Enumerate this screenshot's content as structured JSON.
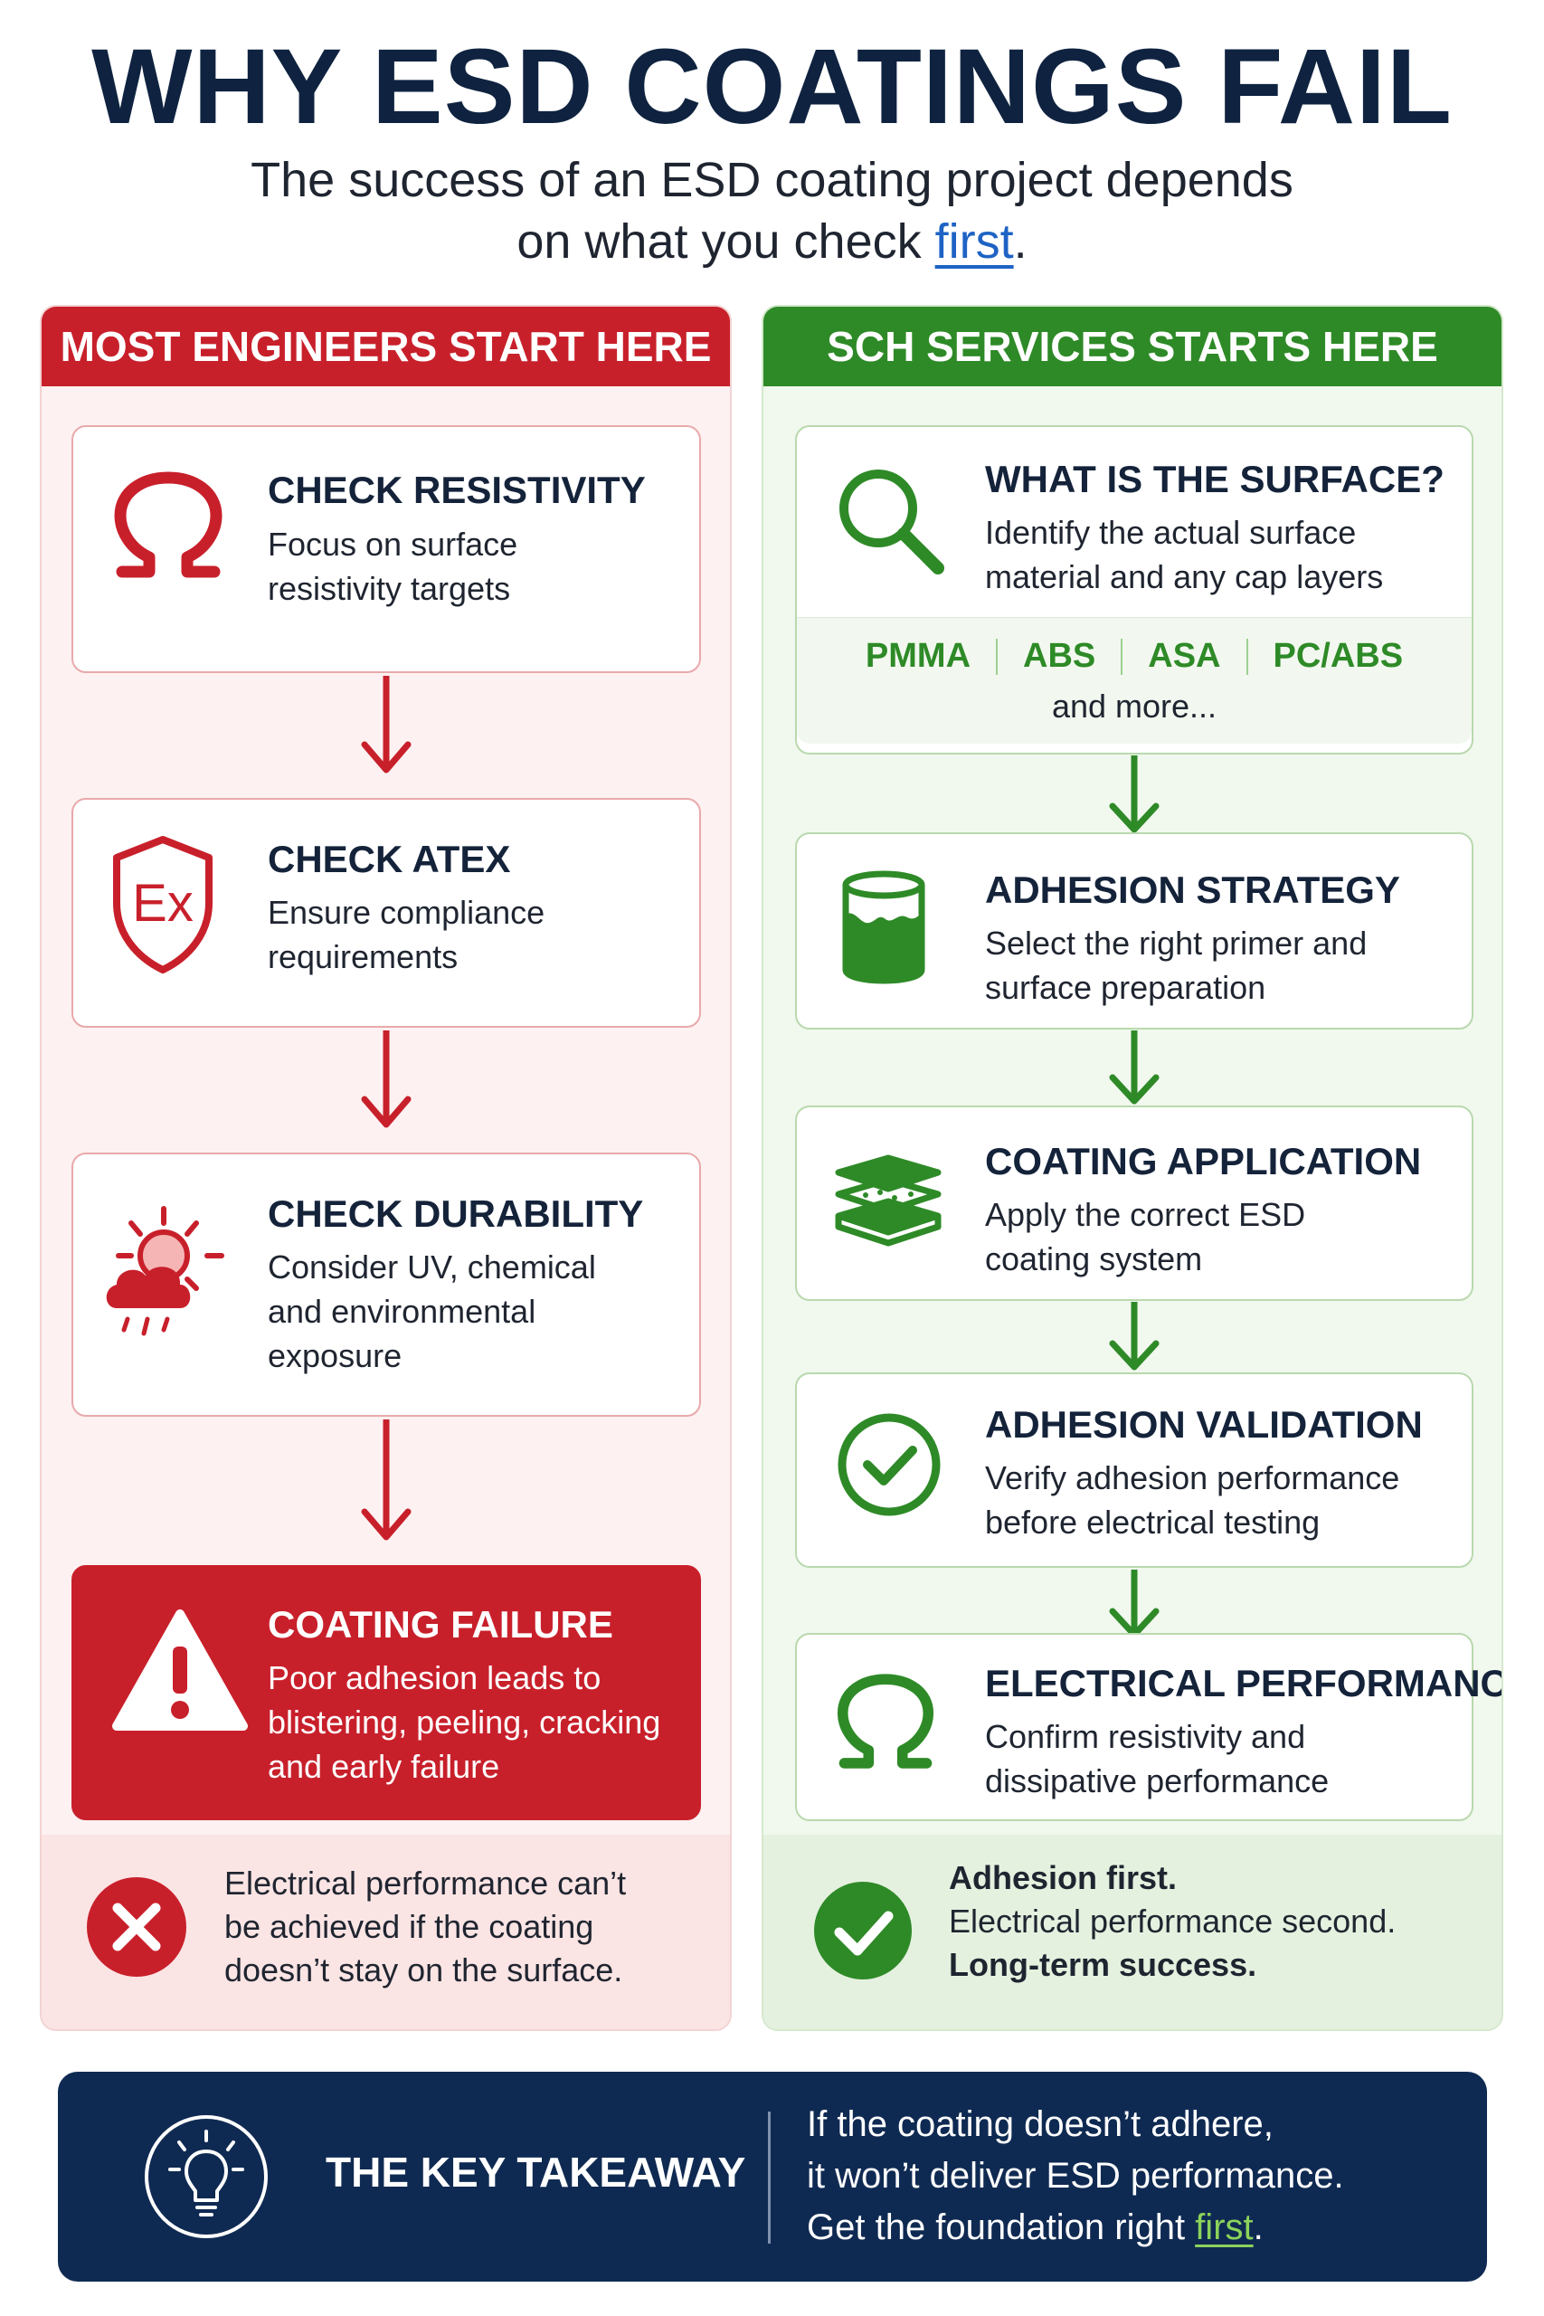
{
  "header": {
    "title": "WHY ESD COATINGS FAIL",
    "subtitle_line1": "The success of an ESD coating project depends",
    "subtitle_line2_prefix": "on what you check ",
    "subtitle_highlight": "first",
    "subtitle_suffix": "."
  },
  "left_column": {
    "header": "MOST ENGINEERS START HERE",
    "steps": [
      {
        "icon": "omega-icon",
        "title": "CHECK RESISTIVITY",
        "desc_line1": "Focus on surface",
        "desc_line2": "resistivity targets"
      },
      {
        "icon": "atex-shield-icon",
        "icon_text": "Ex",
        "title": "CHECK ATEX",
        "desc_line1": "Ensure compliance",
        "desc_line2": "requirements"
      },
      {
        "icon": "weather-icon",
        "title": "CHECK DURABILITY",
        "desc_line1": "Consider UV, chemical",
        "desc_line2": "and environmental",
        "desc_line3": "exposure"
      }
    ],
    "failure": {
      "icon": "warning-icon",
      "title": "COATING FAILURE",
      "desc_line1": "Poor adhesion leads to",
      "desc_line2": "blistering, peeling, cracking",
      "desc_line3": "and early failure"
    },
    "note": {
      "icon": "x-circle-icon",
      "line1": "Electrical performance can’t",
      "line2": "be achieved if the coating",
      "line3": "doesn’t stay on the surface."
    }
  },
  "right_column": {
    "header": "SCH SERVICES STARTS HERE",
    "surface": {
      "icon": "magnifier-icon",
      "title": "WHAT IS THE SURFACE?",
      "desc_line1": "Identify the actual surface",
      "desc_line2": "material and any cap layers",
      "tags": [
        "PMMA",
        "ABS",
        "ASA",
        "PC/ABS"
      ],
      "more": "and more..."
    },
    "steps": [
      {
        "icon": "primer-can-icon",
        "title": "ADHESION STRATEGY",
        "desc_line1": "Select the right primer and",
        "desc_line2": "surface preparation"
      },
      {
        "icon": "layers-icon",
        "title": "COATING APPLICATION",
        "desc_line1": "Apply the correct ESD",
        "desc_line2": "coating system"
      },
      {
        "icon": "check-circle-icon",
        "title": "ADHESION VALIDATION",
        "desc_line1": "Verify adhesion performance",
        "desc_line2": "before electrical testing"
      },
      {
        "icon": "omega-icon",
        "title": "ELECTRICAL PERFORMANCE",
        "desc_line1": "Confirm resistivity and",
        "desc_line2": "dissipative performance"
      }
    ],
    "note": {
      "icon": "check-badge-icon",
      "line1": "Adhesion first.",
      "line2": "Electrical performance second.",
      "line3": "Long-term success."
    }
  },
  "takeaway": {
    "icon": "lightbulb-icon",
    "title": "THE KEY TAKEAWAY",
    "line1": "If the coating doesn’t adhere,",
    "line2": "it won’t deliver ESD performance.",
    "line3_prefix": "Get the foundation right ",
    "line3_highlight": "first",
    "line3_suffix": "."
  },
  "colors": {
    "navy": "#0f2340",
    "red": "#c8202b",
    "green": "#2e8a27",
    "link_blue": "#1e63c4",
    "takeaway_bg": "#0f2a52",
    "takeaway_highlight": "#8bd35a"
  }
}
